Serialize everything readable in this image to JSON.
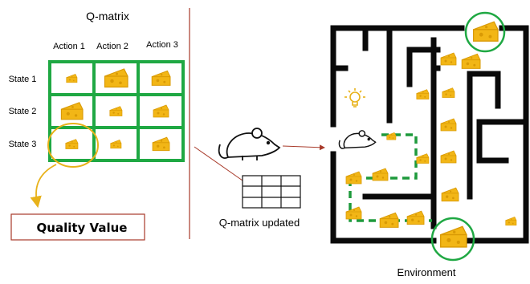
{
  "qmatrix": {
    "title": "Q-matrix",
    "actions": [
      "Action 1",
      "Action 2",
      "Action 3"
    ],
    "states": [
      "State 1",
      "State 2",
      "State 3"
    ],
    "cheese_scale": [
      [
        0.7,
        1.5,
        1.2
      ],
      [
        1.4,
        0.8,
        1.0
      ],
      [
        0.8,
        0.7,
        1.1
      ]
    ]
  },
  "quality_value": {
    "label": "Quality Value"
  },
  "update": {
    "caption": "Q-matrix updated"
  },
  "environment": {
    "label": "Environment"
  },
  "colors": {
    "grid_green": "#1fa843",
    "cheese_yellow": "#f2b616",
    "divider_red": "#a83a2a",
    "highlight_ring": "#e8b21a",
    "path_green": "#1e9a3c",
    "maze_walls": "#0a0a0a"
  },
  "icons": [
    "cheese-icon",
    "mouse-icon",
    "grid-table-icon",
    "lightbulb-icon",
    "arrow-icon"
  ]
}
